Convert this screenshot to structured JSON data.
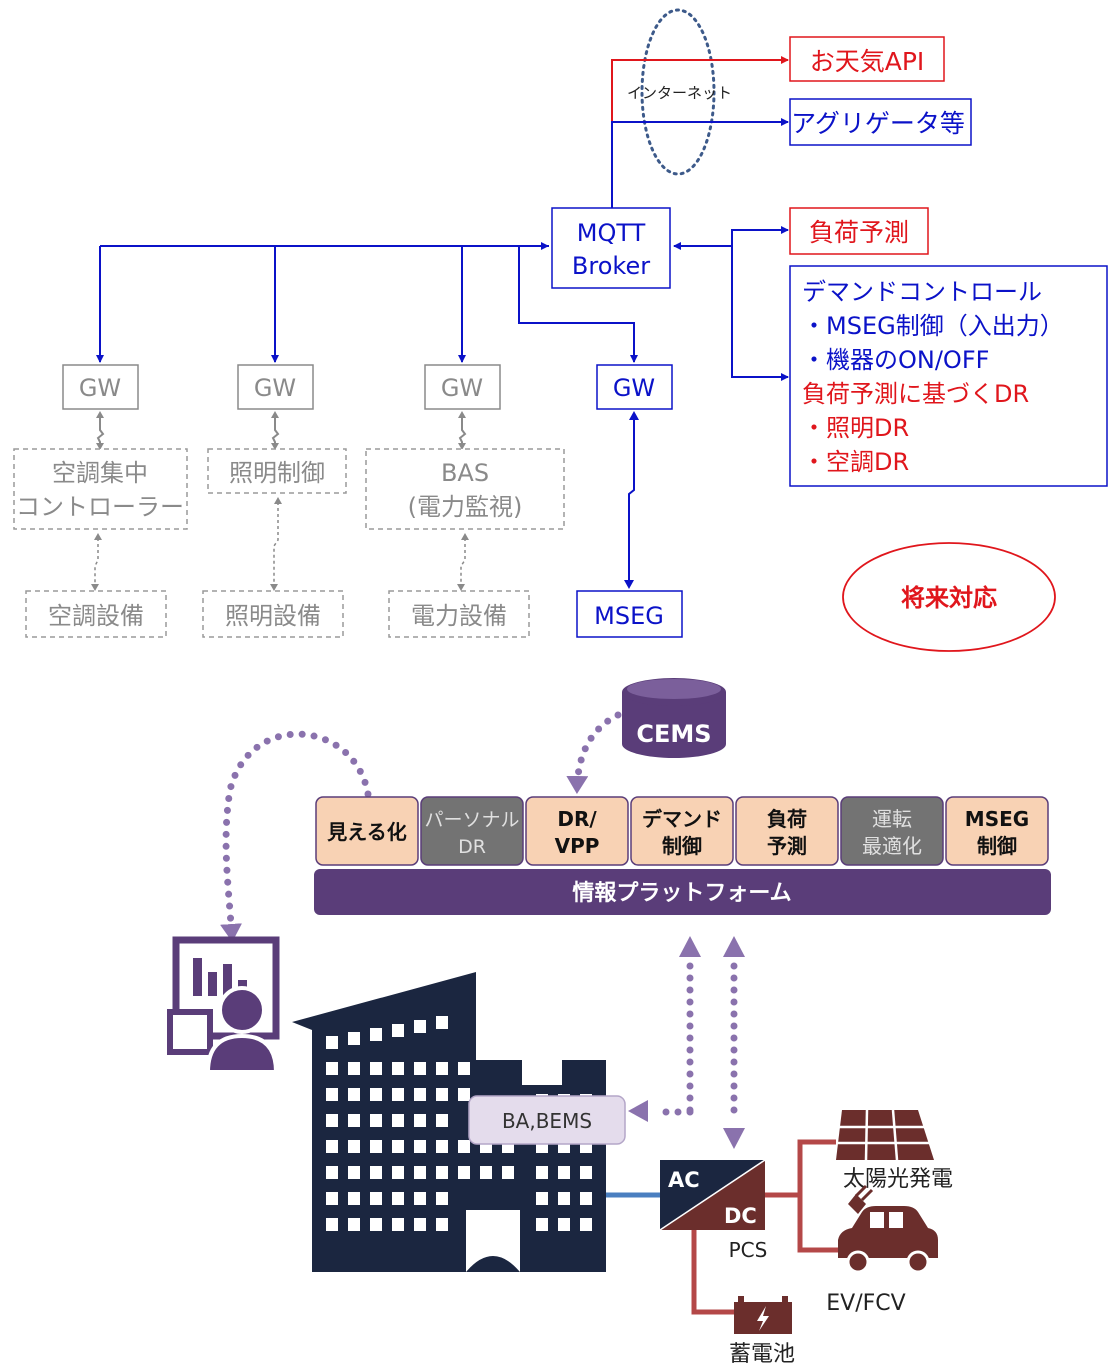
{
  "top_diagram": {
    "internet_label": "インターネット",
    "weather_api": "お天気API",
    "aggregator": "アグリゲータ等",
    "broker_line1": "MQTT",
    "broker_line2": "Broker",
    "load_forecast": "負荷予測",
    "demand_panel": {
      "line1": "デマンドコントロール",
      "line2": "・MSEG制御（入出力）",
      "line3": "・機器のON/OFF",
      "line4": "負荷予測に基づくDR",
      "line5": "・照明DR",
      "line6": "・空調DR"
    },
    "gateways": [
      "GW",
      "GW",
      "GW",
      "GW"
    ],
    "controllers": {
      "hvac_line1": "空調集中",
      "hvac_line2": "コントローラー",
      "lighting": "照明制御",
      "bas_line1": "BAS",
      "bas_line2": "(電力監視)"
    },
    "equipment": {
      "hvac": "空調設備",
      "lighting": "照明設備",
      "power": "電力設備",
      "mseg": "MSEG"
    },
    "future_badge": "将来対応"
  },
  "bottom_diagram": {
    "cems": "CEMS",
    "modules": [
      {
        "line1": "見える化",
        "line2": ""
      },
      {
        "line1": "パーソナル",
        "line2": "DR"
      },
      {
        "line1": "DR/",
        "line2": "VPP"
      },
      {
        "line1": "デマンド",
        "line2": "制御"
      },
      {
        "line1": "負荷",
        "line2": "予測"
      },
      {
        "line1": "運転",
        "line2": "最適化"
      },
      {
        "line1": "MSEG",
        "line2": "制御"
      }
    ],
    "platform": "情報プラットフォーム",
    "bems": "BA,BEMS",
    "pcs_ac": "AC",
    "pcs_dc": "DC",
    "pcs": "PCS",
    "solar": "太陽光発電",
    "ev": "EV/FCV",
    "battery": "蓄電池"
  },
  "colors": {
    "blue": "#0b12c8",
    "red": "#e0161c",
    "gray": "#8a8a8a",
    "purple": "#5a3d79",
    "peach": "#f8d2b4",
    "navy": "#1b2640",
    "brown": "#6b2e2c",
    "pcs_red": "#b44848"
  }
}
